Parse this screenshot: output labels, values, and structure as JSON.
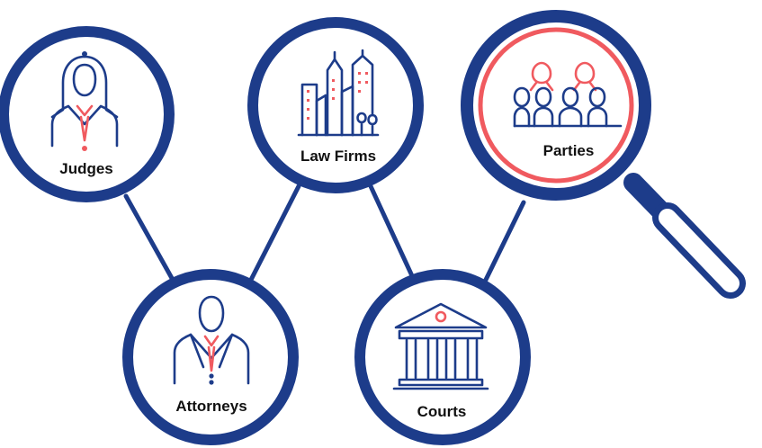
{
  "nodes": {
    "judges": {
      "label": "Judges",
      "icon": "judge-icon"
    },
    "law_firms": {
      "label": "Law Firms",
      "icon": "city-buildings-icon"
    },
    "parties": {
      "label": "Parties",
      "icon": "group-people-icon"
    },
    "attorneys": {
      "label": "Attorneys",
      "icon": "attorney-icon"
    },
    "courts": {
      "label": "Courts",
      "icon": "courthouse-icon"
    }
  },
  "magnifier": {
    "icon": "magnifying-glass-icon",
    "highlighted_node": "Parties"
  },
  "colors": {
    "navy": "#1d3c8a",
    "accent_red": "#f05a5f",
    "background": "#ffffff"
  }
}
